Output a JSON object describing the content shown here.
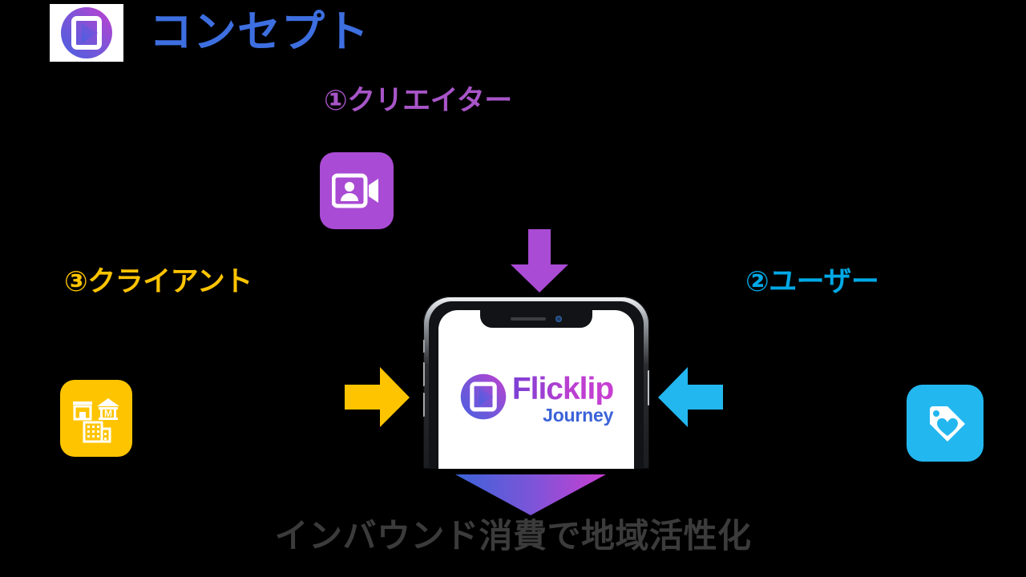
{
  "header": {
    "logo_icon": "flicklip-play-logo-icon",
    "title": "コンセプト"
  },
  "nodes": [
    {
      "id": "creator",
      "label": "①クリエイター",
      "color": "#a855c8",
      "icon": "video-camera-person-icon",
      "icon_background": "#a94bd4",
      "arrow": {
        "icon": "arrow-down-icon",
        "color": "#a94bd4",
        "direction": "down"
      }
    },
    {
      "id": "client",
      "label": "③クライアント",
      "color": "#ffc400",
      "icon": "store-bank-building-icon",
      "icon_background": "#ffc400",
      "arrow": {
        "icon": "arrow-right-icon",
        "color": "#ffc400",
        "direction": "right"
      }
    },
    {
      "id": "user",
      "label": "②ユーザー",
      "color": "#00a9e6",
      "icon": "price-tag-heart-icon",
      "icon_background": "#23b7ef",
      "arrow": {
        "icon": "arrow-left-icon",
        "color": "#23b7ef",
        "direction": "left"
      }
    }
  ],
  "phone": {
    "device_icon": "smartphone-mockup-icon",
    "notch_speaker_icon": "speaker-slit-icon",
    "notch_camera_icon": "front-camera-icon",
    "app_logo_icon": "flicklip-play-logo-icon",
    "app_name": "Flicklip",
    "app_subtitle": "Journey",
    "app_name_color": "#b83fd0",
    "app_subtitle_color": "#3b63d8"
  },
  "outcome": {
    "arrow_icon": "arrow-down-wide-gradient-icon",
    "text": "インバウンド消費で地域活性化",
    "color": "#3b3b3b"
  },
  "palette": {
    "background": "#000000",
    "title_blue": "#3d6fe0",
    "purple": "#a855c8",
    "yellow": "#ffc400",
    "cyan": "#00a9e6",
    "gradient_start": "#3b63d8",
    "gradient_end": "#c93fd2"
  }
}
